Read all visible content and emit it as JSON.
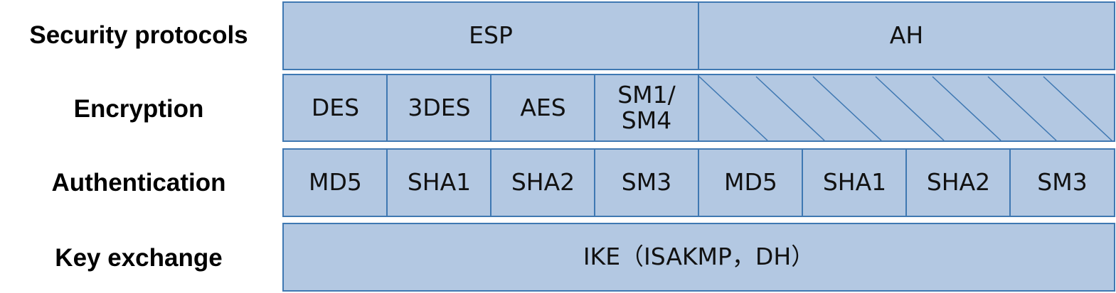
{
  "rows": {
    "security_protocols": {
      "label": "Security protocols",
      "esp": "ESP",
      "ah": "AH"
    },
    "encryption": {
      "label": "Encryption",
      "cells": [
        "DES",
        "3DES",
        "AES",
        "SM1/\nSM4"
      ]
    },
    "authentication": {
      "label": "Authentication",
      "esp_cells": [
        "MD5",
        "SHA1",
        "SHA2",
        "SM3"
      ],
      "ah_cells": [
        "MD5",
        "SHA1",
        "SHA2",
        "SM3"
      ]
    },
    "key_exchange": {
      "label": "Key exchange",
      "value": "IKE（ISAKMP，DH）"
    }
  },
  "colors": {
    "cell_fill": "#b3c8e2",
    "cell_border": "#3f78b2"
  }
}
